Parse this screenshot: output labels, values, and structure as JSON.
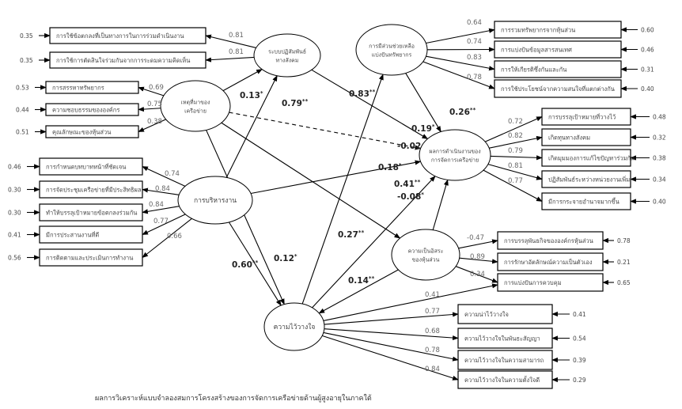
{
  "constructs": {
    "social": {
      "label": [
        "ระบบปฏิสัมพันธ์",
        "ทางสังคม"
      ]
    },
    "antecedent": {
      "label": [
        "เหตุที่มาของ",
        "เครือข่าย"
      ]
    },
    "management": {
      "label": [
        "การบริหารงาน"
      ]
    },
    "resource": {
      "label": [
        "การมีส่วนช่วยเหลือ",
        "แบ่งปันทรัพยากร"
      ]
    },
    "outcome": {
      "label": [
        "ผลการดำเนินงานของ",
        "การจัดการเครือข่าย"
      ]
    },
    "autonomy": {
      "label": [
        "ความเป็นอิสระ",
        "ของหุ้นส่วน"
      ]
    },
    "trust": {
      "label": [
        "ความไว้วางใจ"
      ]
    }
  },
  "indicators": {
    "social": [
      {
        "text": "การใช้ข้อตกลงที่เป็นทางการในการร่วมดำเนินงาน",
        "loading": "0.81",
        "error": "0.35"
      },
      {
        "text": "การใช้การตัดสินใจร่วมกันจากการระดมความคิดเห็น",
        "loading": "0.81",
        "error": "0.35"
      }
    ],
    "antecedent": [
      {
        "text": "การสรรหาทรัพยากร",
        "loading": "0.69",
        "error": "0.53"
      },
      {
        "text": "ความชอบธรรมขององค์กร",
        "loading": "0.75",
        "error": "0.44"
      },
      {
        "text": "คุณลักษณะของหุ้นส่วน",
        "loading": "0.38",
        "error": "0.51"
      }
    ],
    "management": [
      {
        "text": "การกำหนดบทบาทหน้าที่ชัดเจน",
        "loading": "0.74",
        "error": "0.46"
      },
      {
        "text": "การจัดประชุมเครือข่ายที่มีประสิทธิผล",
        "loading": "0.84",
        "error": "0.30"
      },
      {
        "text": "ทำให้บรรลุเป้าหมายข้อตกลงร่วมกัน",
        "loading": "0.84",
        "error": "0.30"
      },
      {
        "text": "มีการประสานงานที่ดี",
        "loading": "0.77",
        "error": "0.41"
      },
      {
        "text": "การติดตามและประเมินการทำงาน",
        "loading": "0.66",
        "error": "0.56"
      }
    ],
    "resource": [
      {
        "text": "การรวมทรัพยากรจากหุ้นส่วน",
        "loading": "0.64",
        "error": "0.60"
      },
      {
        "text": "การแบ่งปันข้อมูลสารสนเทศ",
        "loading": "0.74",
        "error": "0.46"
      },
      {
        "text": "การให้เกียรติซึ่งกันและกัน",
        "loading": "0.83",
        "error": "0.31"
      },
      {
        "text": "การใช้ประโยชน์จากความสนใจที่แตกต่างกัน",
        "loading": "0.78",
        "error": "0.40"
      }
    ],
    "outcome": [
      {
        "text": "การบรรลุเป้าหมายที่วางไว้",
        "loading": "0.72",
        "error": "0.48"
      },
      {
        "text": "เกิดทุนทางสังคม",
        "loading": "0.82",
        "error": "0.32"
      },
      {
        "text": "เกิดมุมมองการแก้ไขปัญหาร่วมกัน",
        "loading": "0.79",
        "error": "0.38"
      },
      {
        "text": "ปฏิสัมพันธ์ระหว่างหน่วยงานเพิ่ม",
        "loading": "0.81",
        "error": "0.34"
      },
      {
        "text": "มีการกระจายอำนาจมากขึ้น",
        "loading": "0.77",
        "error": "0.40"
      }
    ],
    "autonomy": [
      {
        "text": "การบรรลุพันธกิจขององค์กรหุ้นส่วน",
        "loading": "-0.47",
        "error": "0.78"
      },
      {
        "text": "การรักษาอัตลักษณ์ความเป็นตัวเอง",
        "loading": "0.89",
        "error": "0.21"
      },
      {
        "text": "การแบ่งปันการควบคุม",
        "loading": "0.34",
        "error": "0.65"
      }
    ],
    "trust": [
      {
        "text": "ความน่าไว้วางใจ",
        "loading": "0.77",
        "error": "0.41"
      },
      {
        "text": "ความไว้วางใจในพันธะสัญญา",
        "loading": "0.68",
        "error": "0.54"
      },
      {
        "text": "ความไว้วางใจในความสามารถ",
        "loading": "0.78",
        "error": "0.39"
      },
      {
        "text": "ความไว้วางใจในความตั้งใจดี",
        "loading": "0.84",
        "error": "0.29"
      }
    ]
  },
  "extra_loadings": [
    {
      "from": "trust",
      "to": "autonomy",
      "index": 2,
      "loading": "0.41"
    }
  ],
  "paths": [
    {
      "from": "antecedent",
      "to": "social",
      "coef": "0.13",
      "sig": "*",
      "dashed": false
    },
    {
      "from": "management",
      "to": "social",
      "coef": "0.79",
      "sig": "**",
      "dashed": false
    },
    {
      "from": "social",
      "to": "outcome",
      "coef": "0.19",
      "sig": "*",
      "dashed": false
    },
    {
      "from": "antecedent",
      "to": "outcome",
      "coef": "-0.02",
      "sig": "",
      "dashed": true
    },
    {
      "from": "resource",
      "to": "outcome",
      "coef": "0.26",
      "sig": "**",
      "dashed": false
    },
    {
      "from": "trust",
      "to": "resource",
      "coef": "0.83",
      "sig": "**",
      "dashed": false
    },
    {
      "from": "management",
      "to": "outcome",
      "coef": "0.18",
      "sig": "*",
      "dashed": false
    },
    {
      "from": "trust",
      "to": "outcome",
      "coef": "0.41",
      "sig": "**",
      "dashed": false
    },
    {
      "from": "autonomy",
      "to": "outcome",
      "coef": "-0.08",
      "sig": "*",
      "dashed": false
    },
    {
      "from": "antecedent",
      "to": "autonomy",
      "coef": "0.27",
      "sig": "**",
      "dashed": false
    },
    {
      "from": "antecedent",
      "to": "trust",
      "coef": "0.12",
      "sig": "*",
      "dashed": false
    },
    {
      "from": "management",
      "to": "trust",
      "coef": "0.60",
      "sig": "**",
      "dashed": false
    },
    {
      "from": "autonomy",
      "to": "trust",
      "coef": "0.14",
      "sig": "**",
      "dashed": false
    }
  ],
  "caption": "ผลการวิเคราะห์แบบจำลองสมการโครงสร้างของการจัดการเครือข่ายด้านผู้สูงอายุในภาคใต้"
}
